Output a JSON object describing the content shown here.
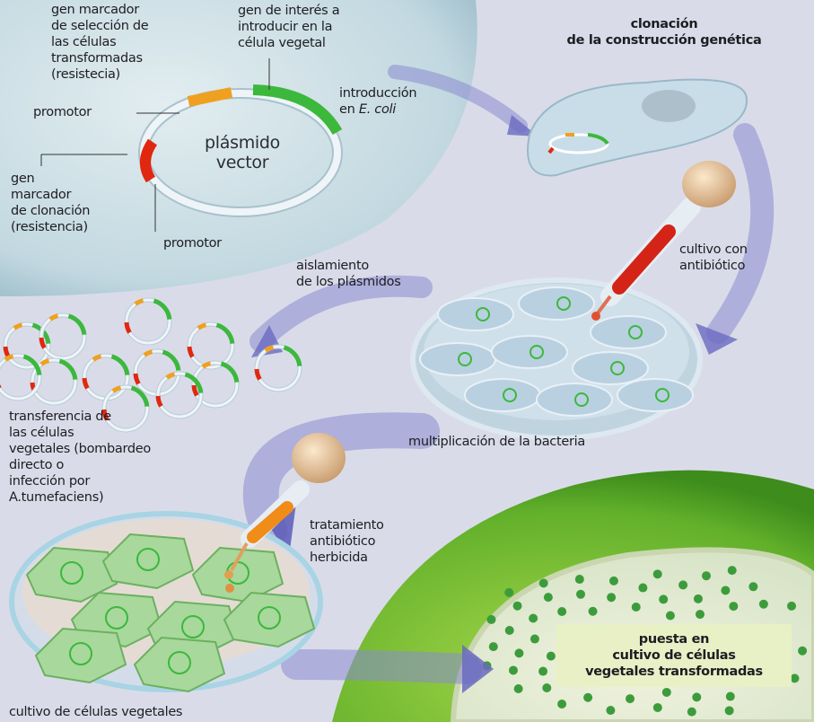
{
  "labels": {
    "selection_marker": "gen marcador\nde selección de\nlas células\ntransformadas\n(resistecia)",
    "gene_of_interest": "gen de interés a\nintroducir en la\ncélula vegetal",
    "introduction_ecoli_prefix": "introducción\nen ",
    "introduction_ecoli_species": "E. coli",
    "promoter_top": "promotor",
    "plasmid_vector": "plásmido\nvector",
    "cloning_marker": "gen\nmarcador\nde clonación\n(resistencia)",
    "promoter_bottom": "promotor",
    "cloning_construct": "clonación\nde la construcción genética",
    "antibiotic_culture": "cultivo con\nantibiótico",
    "plasmid_isolation": "aislamiento\nde los plásmidos",
    "bacteria_multiplication": "multiplicación de la bacteria",
    "transfer_plant_cells": "transferencia de\nlas células\nvegetales (bombardeo\ndirecto o\ninfección por\nA.tumefaciens)",
    "herbicide_treatment": "tratamiento\nantibiótico\nherbicida",
    "transformed_culture": "puesta en\ncultivo de células\nvegetales transformadas",
    "plant_cell_culture": "cultivo de células vegetales"
  },
  "colors": {
    "background": "#d9dce8",
    "promoter_segment": "#f0a020",
    "interest_gene": "#3cb83c",
    "cloning_marker": "#e02810",
    "plasmid_ring": "#eef4f8",
    "arrow": "#7c7cc8",
    "plant_green": "#6cbc2c"
  }
}
